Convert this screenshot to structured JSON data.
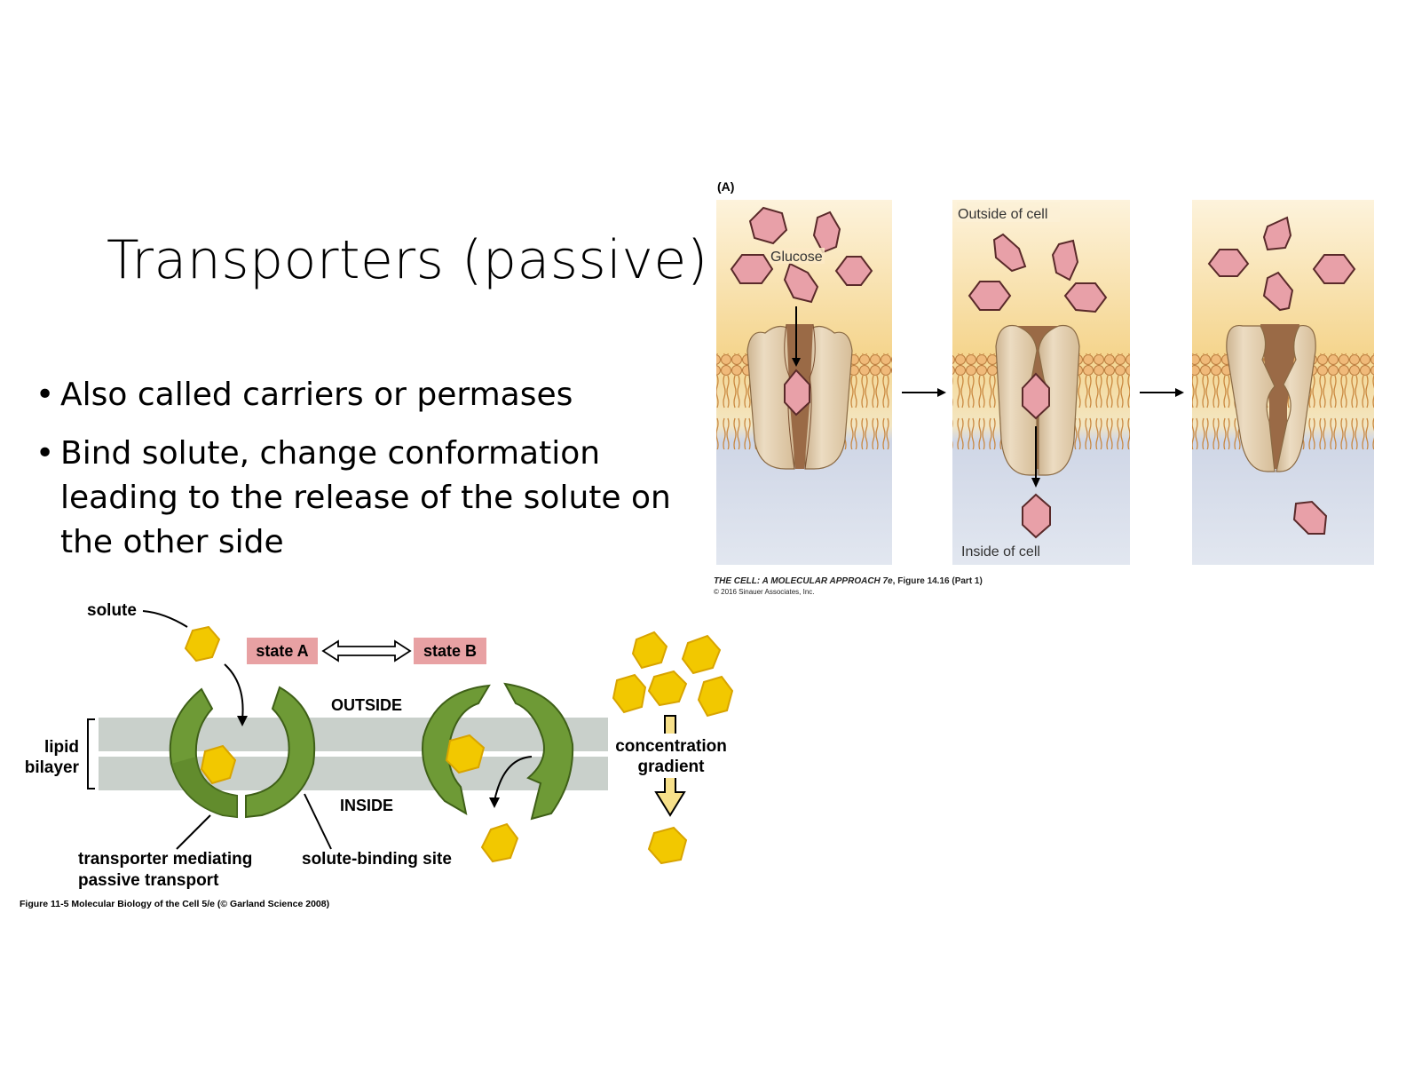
{
  "slide": {
    "title": "Transporters (passive)",
    "bullets": [
      "Also called carriers or permases",
      "Bind solute, change conformation leading to the release of the solute on the other side"
    ]
  },
  "figure_a": {
    "panel_label": "(A)",
    "glucose_label": "Glucose",
    "outside_label": "Outside of cell",
    "inside_label": "Inside of cell",
    "caption_italic": "THE CELL: A MOLECULAR APPROACH 7e",
    "caption_rest": ", Figure 14.16 (Part 1)",
    "copyright": "© 2016 Sinauer Associates, Inc."
  },
  "figure_b": {
    "solute_label": "solute",
    "state_a": "state A",
    "state_b": "state B",
    "outside": "OUTSIDE",
    "inside": "INSIDE",
    "lipid": "lipid",
    "bilayer": "bilayer",
    "concentration": "concentration",
    "gradient": "gradient",
    "transporter_line1": "transporter mediating",
    "transporter_line2": "passive transport",
    "binding_site": "solute-binding site",
    "caption": "Figure 11-5  Molecular Biology of the Cell 5/e (© Garland Science 2008)"
  },
  "colors": {
    "glucose": "#e8a0a8",
    "protein_beige": "#e3cdb0",
    "protein_brown": "#9a6a46",
    "membrane_gold": "#d9a05a",
    "solute_yellow": "#f2c800",
    "transporter_green": "#6e9a36",
    "bilayer_gray": "#c9d0cb",
    "state_box": "#e8a1a3"
  }
}
